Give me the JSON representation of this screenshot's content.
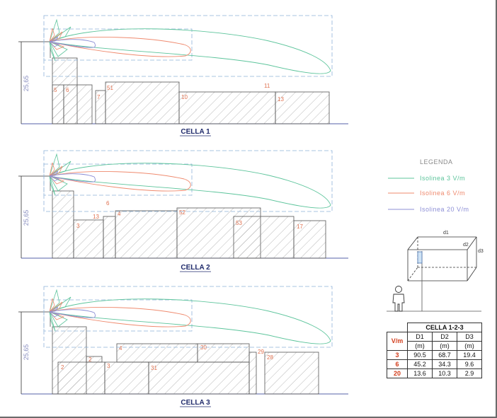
{
  "cells": [
    {
      "title": "CELLA 1",
      "height_label": "25,65",
      "building_numbers": [
        "5",
        "6",
        "51",
        "7",
        "10",
        "11",
        "13"
      ]
    },
    {
      "title": "CELLA 2",
      "height_label": "25,65",
      "building_numbers": [
        "3",
        "13",
        "6",
        "4",
        "52",
        "53",
        "17"
      ]
    },
    {
      "title": "CELLA 3",
      "height_label": "25,65",
      "building_numbers": [
        "2",
        "2",
        "3",
        "4",
        "31",
        "30",
        "29",
        "28"
      ]
    }
  ],
  "legend": {
    "title": "LEGENDA",
    "items": [
      {
        "label": "Isolinea  3  V/m",
        "color": "#5cc49b"
      },
      {
        "label": "Isolinea  6  V/m",
        "color": "#ef8a6e"
      },
      {
        "label": "Isolinea  20  V/m",
        "color": "#8d8fd6"
      }
    ]
  },
  "box_labels": {
    "d1": "d1",
    "d2": "d2",
    "d3": "d3"
  },
  "table": {
    "title": "CELLA 1-2-3",
    "corner": "V/m",
    "columns": [
      {
        "name": "D1",
        "unit": "(m)"
      },
      {
        "name": "D2",
        "unit": "(m)"
      },
      {
        "name": "D3",
        "unit": "(m)"
      }
    ],
    "rows": [
      {
        "vm": "3",
        "values": [
          "90.5",
          "68.7",
          "19.4"
        ]
      },
      {
        "vm": "6",
        "values": [
          "45.2",
          "34.3",
          "9.6"
        ]
      },
      {
        "vm": "20",
        "values": [
          "13.6",
          "10.3",
          "2.9"
        ]
      }
    ]
  }
}
